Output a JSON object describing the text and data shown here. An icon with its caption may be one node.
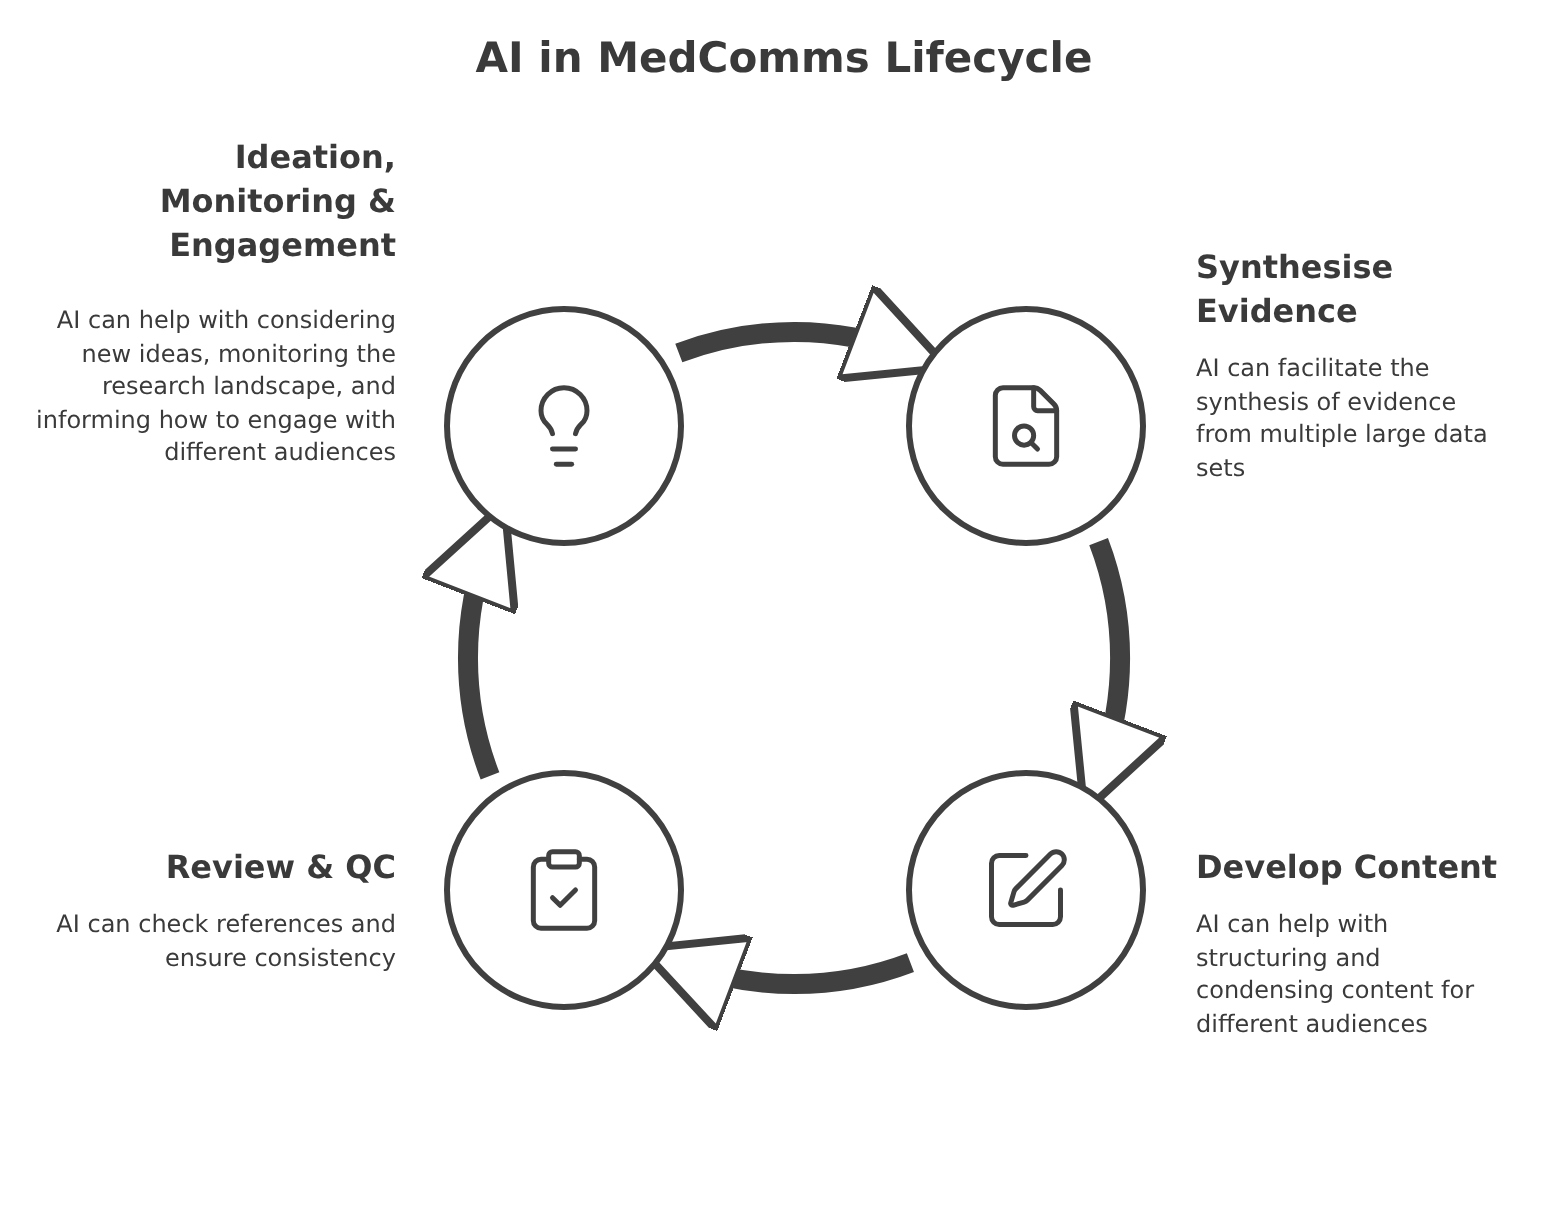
{
  "diagram": {
    "title": "AI in MedComms Lifecycle",
    "nodes": [
      {
        "text": [],
        "shape": "circle",
        "beside": [
          "Ideation, Monitoring & Engagement",
          "AI can help with considering new ideas, monitoring the research landscape, and informing how to engage with different audiences"
        ]
      },
      {
        "text": [],
        "shape": "circle",
        "beside": [
          "Synthesise Evidence",
          "AI can facilitate the synthesis of evidence from multiple large data sets"
        ]
      },
      {
        "text": [],
        "shape": "circle",
        "beside": [
          "Develop Content",
          "AI can help with structuring and condensing content for different audiences"
        ]
      },
      {
        "text": [],
        "shape": "circle",
        "beside": [
          "Review & QC",
          "AI can check references and ensure consistency"
        ]
      }
    ],
    "edges": [
      {
        "from": 0,
        "to": 1,
        "arrow": "to"
      },
      {
        "from": 1,
        "to": 2,
        "arrow": "to"
      },
      {
        "from": 2,
        "to": 3,
        "arrow": "to"
      },
      {
        "from": 3,
        "to": 0,
        "arrow": "to"
      }
    ]
  }
}
